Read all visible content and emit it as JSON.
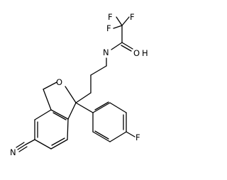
{
  "atom_labels": {
    "fluorine_top_left": "F",
    "fluorine_top_right": "F",
    "fluorine_left": "F",
    "amide_nitrogen": "N",
    "amide_oxygen": "O",
    "amide_hydrogen": "H",
    "ring_oxygen": "O",
    "nitrile_nitrogen": "N",
    "aryl_fluorine": "F"
  },
  "colors": {
    "background": "#ffffff",
    "bond": "#000000",
    "label": "#000000"
  }
}
